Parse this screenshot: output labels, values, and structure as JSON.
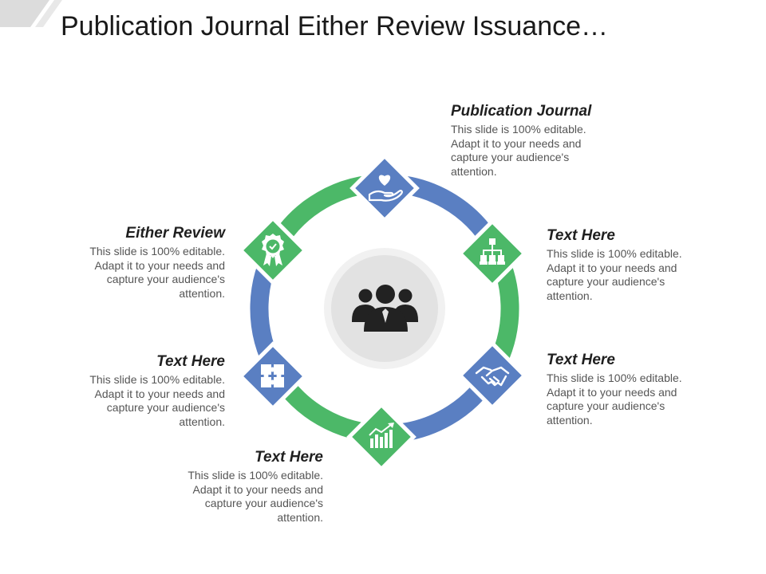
{
  "title": "Publication Journal Either Review Issuance…",
  "colors": {
    "green": "#4cb868",
    "blue": "#5a7fc2",
    "hub_ring": "#f1f1f1",
    "hub_fill": "#e2e2e2",
    "icon_dark": "#222222",
    "corner": "#dcdcdc"
  },
  "center_icon": "business-people-icon",
  "nodes": [
    {
      "id": "publication-journal",
      "heading": "Publication Journal",
      "desc": "This slide is 100% editable. Adapt it to your needs and capture your audience's attention.",
      "icon": "hand-heart-icon",
      "color": "blue"
    },
    {
      "id": "text-here-1",
      "heading": "Text Here",
      "desc": "This slide is 100% editable. Adapt it to your needs and capture your audience's attention.",
      "icon": "org-chart-icon",
      "color": "green"
    },
    {
      "id": "text-here-2",
      "heading": "Text Here",
      "desc": "This slide is 100% editable. Adapt it to your needs and capture your audience's attention.",
      "icon": "handshake-icon",
      "color": "blue"
    },
    {
      "id": "text-here-3",
      "heading": "Text Here",
      "desc": "This slide is 100% editable. Adapt it to your needs and capture your audience's attention.",
      "icon": "bar-chart-icon",
      "color": "green"
    },
    {
      "id": "text-here-4",
      "heading": "Text Here",
      "desc": "This slide is 100% editable. Adapt it to your needs and capture your audience's attention.",
      "icon": "puzzle-icon",
      "color": "blue"
    },
    {
      "id": "either-review",
      "heading": "Either Review",
      "desc": "This slide is 100% editable. Adapt it to your needs and capture your audience's attention.",
      "icon": "award-badge-icon",
      "color": "green"
    }
  ]
}
